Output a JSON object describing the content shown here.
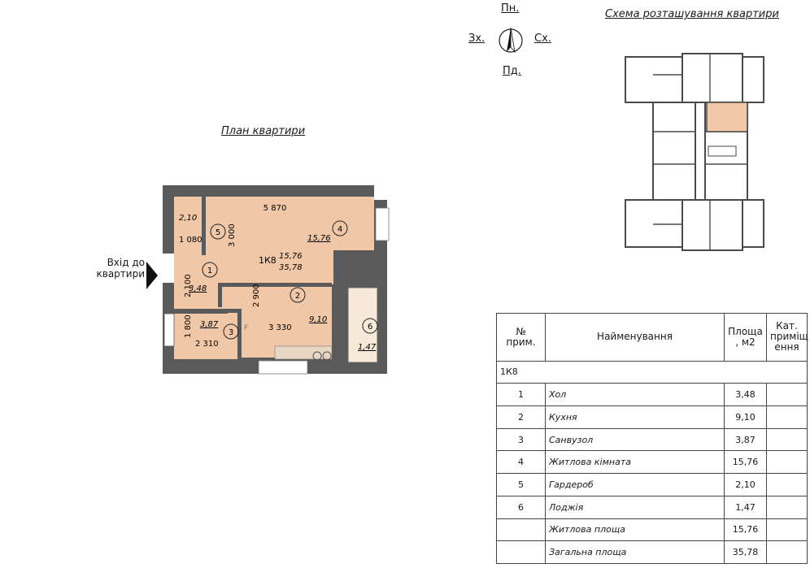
{
  "compass": {
    "north": "Пн.",
    "south": "Пд.",
    "west": "Зх.",
    "east": "Сх."
  },
  "titles": {
    "plan": "План квартири",
    "scheme": "Схема розташування квартири"
  },
  "entrance": {
    "line1": "Вхід до",
    "line2": "квартири"
  },
  "plan": {
    "apartment_code": "1К8",
    "living_area": "15,76",
    "total_area": "35,78",
    "dims": {
      "top_width": "5 870",
      "left_top": "2,10",
      "wardrobe_w": "1 080",
      "room_h": "3 000",
      "hall_h": "2 100",
      "kitchen_h": "2 900",
      "bath_h": "1 800",
      "bath_w": "2 310",
      "kitchen_w": "3 330",
      "bath_f": "F"
    },
    "rooms": [
      {
        "num": "1",
        "area": "3,48"
      },
      {
        "num": "2",
        "area": "9,10"
      },
      {
        "num": "3",
        "area": "3,87"
      },
      {
        "num": "4",
        "area": "15,76"
      },
      {
        "num": "5",
        "area": ""
      },
      {
        "num": "6",
        "area": "1,47"
      }
    ]
  },
  "table": {
    "headers": {
      "num": "№\nприм.",
      "name": "Найменування",
      "area": "Площа\n, м2",
      "cat": "Кат.\nприміщ\nення"
    },
    "group": "1К8",
    "rows": [
      {
        "num": "1",
        "name": "Хол",
        "area": "3,48"
      },
      {
        "num": "2",
        "name": "Кухня",
        "area": "9,10"
      },
      {
        "num": "3",
        "name": "Санвузол",
        "area": "3,87"
      },
      {
        "num": "4",
        "name": "Житлова кімната",
        "area": "15,76"
      },
      {
        "num": "5",
        "name": "Гардероб",
        "area": "2,10"
      },
      {
        "num": "6",
        "name": "Лоджія",
        "area": "1,47"
      }
    ],
    "totals": [
      {
        "name": "Житлова площа",
        "area": "15,76"
      },
      {
        "name": "Загальна площа",
        "area": "35,78"
      }
    ]
  },
  "colors": {
    "floor": "#f0c8a8",
    "wall": "#4a4a4a",
    "highlight": "#f2c9a9"
  }
}
